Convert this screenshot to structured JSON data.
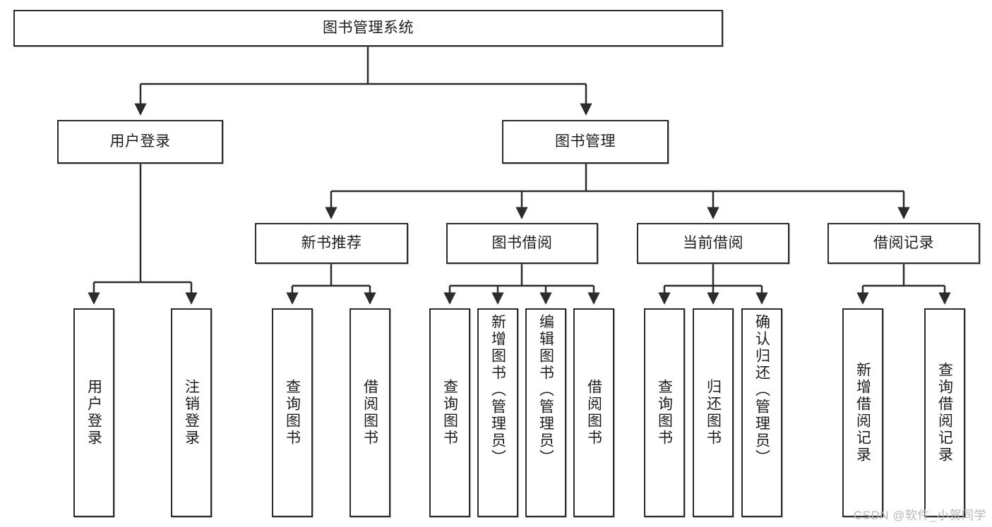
{
  "diagram": {
    "type": "tree-hierarchy",
    "title": "图书管理系统",
    "root": {
      "label": "图书管理系统"
    },
    "level2": [
      {
        "label": "用户登录"
      },
      {
        "label": "图书管理"
      }
    ],
    "level3": [
      {
        "label": "新书推荐"
      },
      {
        "label": "图书借阅"
      },
      {
        "label": "当前借阅"
      },
      {
        "label": "借阅记录"
      }
    ],
    "leaves": [
      {
        "label": "用户登录"
      },
      {
        "label": "注销登录"
      },
      {
        "label": "查询图书"
      },
      {
        "label": "借阅图书"
      },
      {
        "label": "查询图书"
      },
      {
        "label": "新增图书（管理员）"
      },
      {
        "label": "编辑图书（管理员）"
      },
      {
        "label": "借阅图书"
      },
      {
        "label": "查询图书"
      },
      {
        "label": "归还图书"
      },
      {
        "label": "确认归还（管理员）"
      },
      {
        "label": "新增借阅记录"
      },
      {
        "label": "查询借阅记录"
      }
    ],
    "colors": {
      "stroke": "#2b2b2b",
      "fill": "#ffffff",
      "text": "#1d1d1d",
      "watermark": "#b8b8b8"
    }
  },
  "watermark": {
    "text": "CSDN @软件_小贺同学"
  }
}
